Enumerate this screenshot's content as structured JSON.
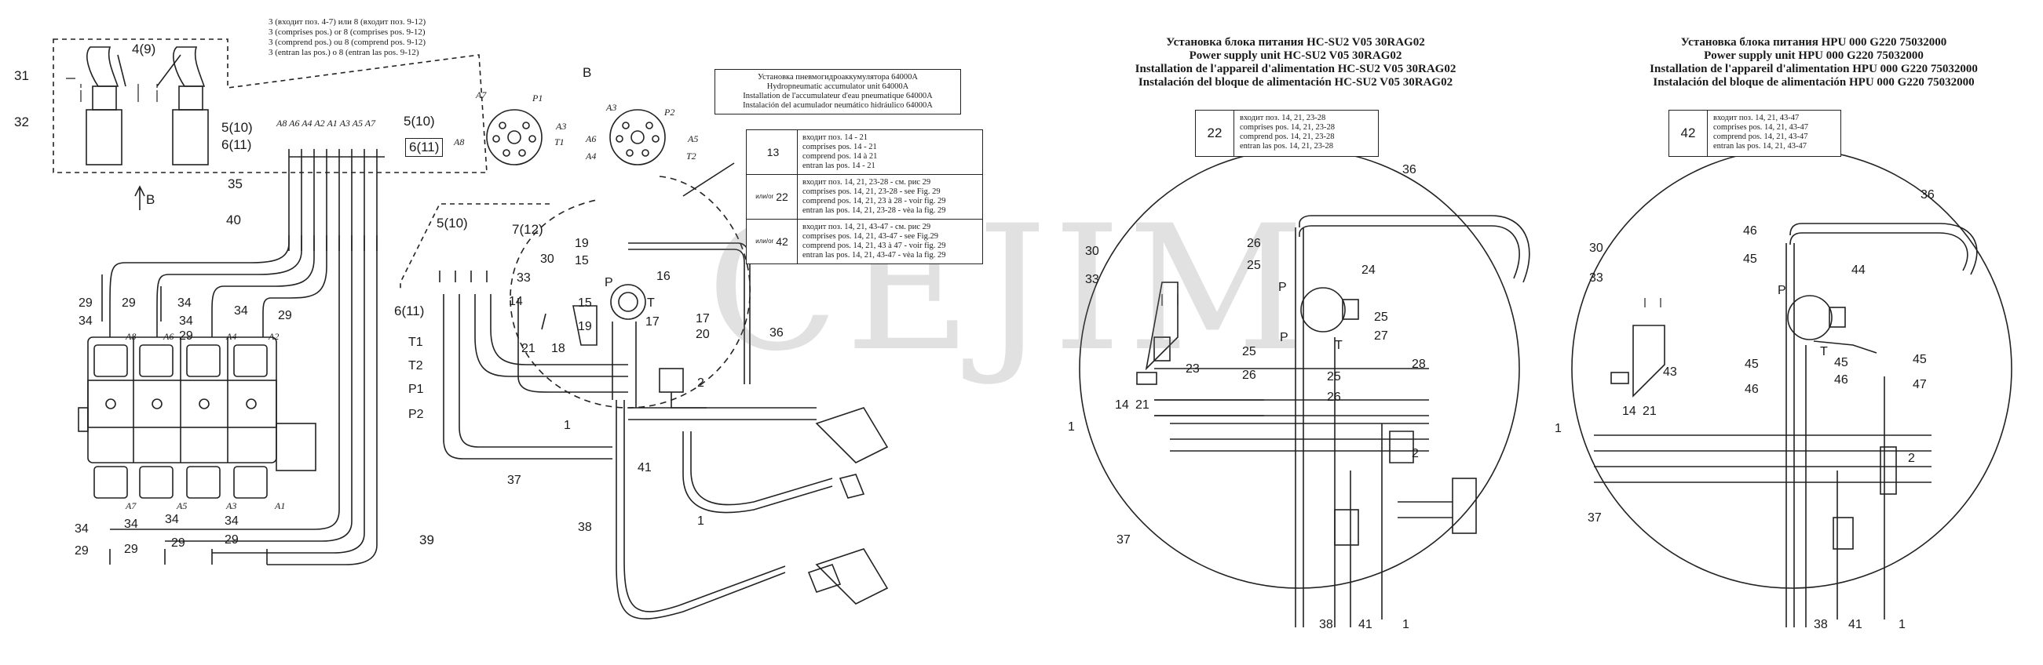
{
  "titles": {
    "unit1": [
      "Установка блока питания HC-SU2 V05 30RAG02",
      "Power supply unit  HC-SU2 V05 30RAG02",
      "Installation de  l'appareil d'alimentation HC-SU2 V05 30RAG02",
      "Instalación del bloque de alimentación HC-SU2 V05 30RAG02"
    ],
    "unit2": [
      "Установка блока питания HPU 000 G220 75032000",
      "Power supply unit  HPU 000 G220 75032000",
      "Installation de  l'appareil d'alimentation HPU 000 G220 75032000",
      "Instalación del bloque de alimentación HPU 000 G220 75032000"
    ]
  },
  "legend_top": [
    "3 (входит поз. 4-7) или  8 (входит поз. 9-12)",
    "3 (comprises pos.) or 8 (comprises pos. 9-12)",
    "3 (comprend pos.) ou 8 (comprend pos. 9-12)",
    "3 (entran las pos.) o 8 (entran las pos. 9-12)"
  ],
  "accumulator_box": [
    "Установка пневмогидроаккумулятора  64000A",
    "Hydropneumatic accumulator unit  64000A",
    "Installation de l'accumulateur d'eau pneumatique 64000A",
    "Instalación del acumulador neumático hidráulico  64000A"
  ],
  "variant_table": [
    {
      "num": "13",
      "prefix": "",
      "lines": [
        "входит поз. 14 - 21",
        "comprises pos. 14 - 21",
        "comprend pos. 14 à 21",
        "entran las pos. 14 - 21"
      ]
    },
    {
      "num": "22",
      "prefix": "или/or",
      "lines": [
        "входит поз. 14, 21, 23-28 - см. рис 29",
        "comprises pos. 14, 21, 23-28 - see Fig. 29",
        "comprend pos. 14, 21, 23 à 28 - voir fig. 29",
        "entran las pos. 14, 21, 23-28 - vèa la fig. 29"
      ]
    },
    {
      "num": "42",
      "prefix": "или/or",
      "lines": [
        "входит поз. 14, 21, 43-47 - см. рис 29",
        "comprises pos. 14, 21, 43-47 - see Fig.29",
        "comprend pos. 14, 21, 43 à 47 - voir fig. 29",
        "entran las pos. 14, 21, 43-47 - vèa la fig. 29"
      ]
    }
  ],
  "box22": {
    "num": "22",
    "lines": [
      "входит поз. 14, 21, 23-28",
      "comprises pos. 14, 21, 23-28",
      "comprend pos. 14, 21, 23-28",
      "entran las pos. 14, 21, 23-28"
    ]
  },
  "box42": {
    "num": "42",
    "lines": [
      "входит поз. 14, 21, 43-47",
      "comprises pos. 14, 21, 43-47",
      "comprend pos. 14, 21, 43-47",
      "entran las pos. 14, 21, 43-47"
    ]
  },
  "watermark": "СЕJIM",
  "labels": {
    "l4_9": "4(9)",
    "l31": "31",
    "l32": "32",
    "l5_10a": "5(10)",
    "l6_11a": "6(11)",
    "l5_10b": "5(10)",
    "l6_11b": "6(11)",
    "view_b_arrow": "B",
    "view_b": "B",
    "ports_top": "A8 A6 A4 A2 A1 A3 A5 A7",
    "l35": "35",
    "l40": "40",
    "l29a": "29",
    "l34a": "34",
    "l29b": "29",
    "l34b": "34",
    "l34c": "34",
    "l29c": "29",
    "l34d": "34",
    "l29d": "29",
    "pA8": "A8",
    "pA6": "A6",
    "pA4": "A4",
    "pA2": "A2",
    "pA7": "A7",
    "pA5": "A5",
    "pA3": "A3",
    "pA1": "A1",
    "l34e": "34",
    "l29e": "29",
    "l34f": "34",
    "l29f": "29",
    "l34g": "34",
    "l29g": "29",
    "l34h": "34",
    "l29h": "29",
    "l39": "39",
    "c1_A7": "A7",
    "c1_P1": "P1",
    "c1_A8": "A8",
    "c1_A3": "A3",
    "c1_T1": "T1",
    "c2_A3": "A3",
    "c2_P2": "P2",
    "c2_A6": "A6",
    "c2_A5": "A5",
    "c2_A4": "A4",
    "c2_T2": "T2",
    "l5_10c": "5(10)",
    "l7_12": "7(12)",
    "l6_11c": "6(11)",
    "l33a": "33",
    "l30a": "30",
    "l14a": "14",
    "l21a": "21",
    "l18": "18",
    "T1": "T1",
    "T2": "T2",
    "P1": "P1",
    "P2": "P2",
    "l37a": "37",
    "l1a": "1",
    "l19a": "19",
    "l15a": "15",
    "l16": "16",
    "lPa": "P",
    "lTa": "T",
    "l15b": "15",
    "l19b": "19",
    "l17a": "17",
    "l17b": "17",
    "l20": "20",
    "l2a": "2",
    "l36a": "36",
    "l41a": "41",
    "l38a": "38",
    "l1b": "1",
    "l36b": "36",
    "l30b": "30",
    "l33b": "33",
    "l26a": "26",
    "l25a": "25",
    "lPb": "P",
    "l24": "24",
    "lPc": "P",
    "l25b": "25",
    "l27": "27",
    "lTb": "T",
    "l25c": "25",
    "l26b": "26",
    "l25d": "25",
    "l26c": "26",
    "l28": "28",
    "l23": "23",
    "l14b": "14",
    "l21b": "21",
    "l1c": "1",
    "l2b": "2",
    "l37b": "37",
    "l38b": "38",
    "l41b": "41",
    "l1d": "1",
    "l36c": "36",
    "l46a": "46",
    "l45a": "45",
    "l44": "44",
    "lPd": "P",
    "l30c": "30",
    "l33c": "33",
    "l43": "43",
    "l14c": "14",
    "l21c": "21",
    "l45b": "45",
    "lTc": "T",
    "l45c": "45",
    "l46b": "46",
    "l46c": "46",
    "l45d": "45",
    "l47": "47",
    "l1e": "1",
    "l2c": "2",
    "l37c": "37",
    "l38c": "38",
    "l41c": "41",
    "l1f": "1"
  }
}
